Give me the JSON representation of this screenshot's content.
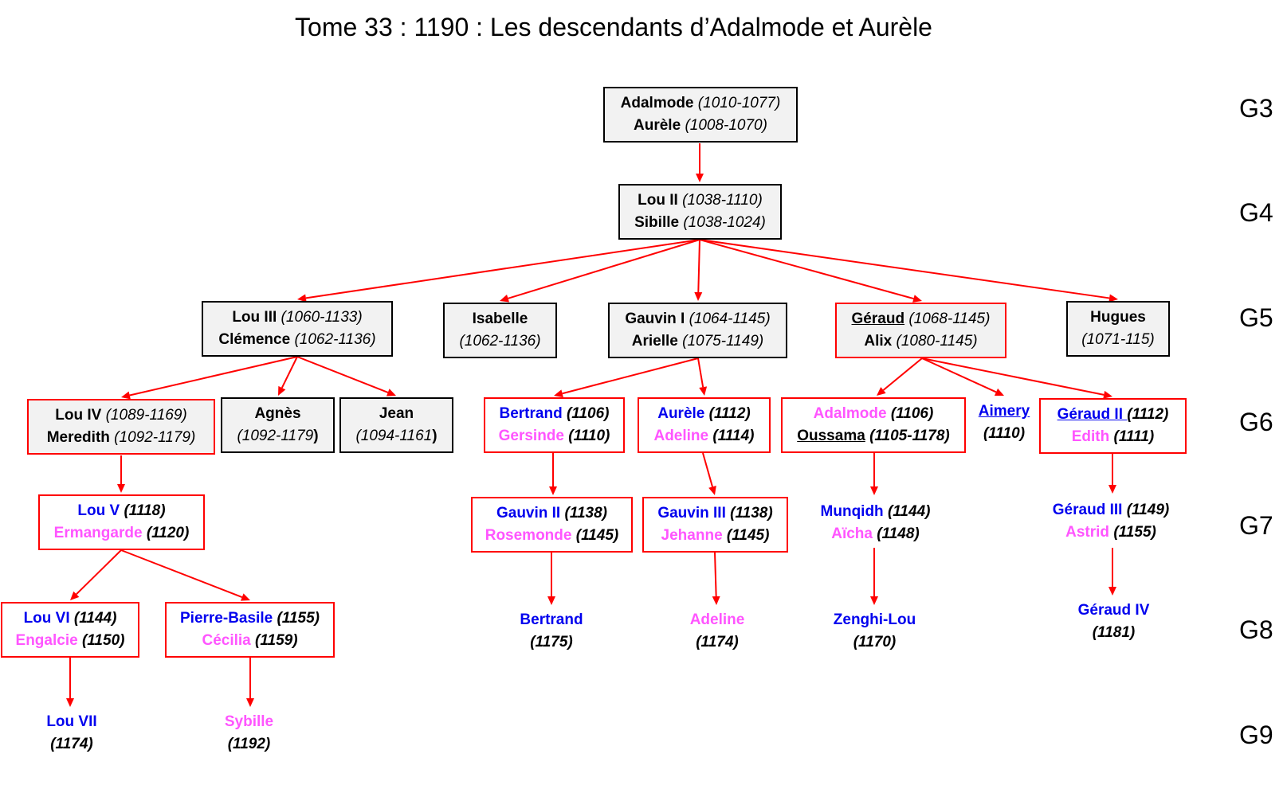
{
  "title": "Tome 33 : 1190 : Les descendants d’Adalmode et Aurèle",
  "generations": [
    "G3",
    "G4",
    "G5",
    "G6",
    "G7",
    "G8",
    "G9"
  ],
  "colors": {
    "black": "#000000",
    "blue": "#0000ee",
    "pink": "#ff55ff",
    "arrow": "#ff0000",
    "gray_fill": "#f2f2f2"
  },
  "people": {
    "n1": [
      {
        "name": "Adalmode",
        "dates": "(1010-1077)"
      },
      {
        "name": "Aurèle",
        "dates": "(1008-1070)"
      }
    ],
    "n2": [
      {
        "name": "Lou II",
        "dates": "(1038-1110)"
      },
      {
        "name": "Sibille",
        "dates": "(1038-1024)"
      }
    ],
    "n3": [
      {
        "name": "Lou III",
        "dates": "(1060-1133)"
      },
      {
        "name": "Clémence",
        "dates": "(1062-1136)"
      }
    ],
    "n4": [
      {
        "name": "Isabelle"
      },
      {
        "dates": "(1062-1136)"
      }
    ],
    "n5": [
      {
        "name": "Gauvin I",
        "dates": "(1064-1145)"
      },
      {
        "name": "Arielle",
        "dates": "(1075-1149)"
      }
    ],
    "n6": [
      {
        "name": "Géraud",
        "dates": "(1068-1145)"
      },
      {
        "name": "Alix",
        "dates": "(1080-1145)"
      }
    ],
    "n7": [
      {
        "name": "Hugues"
      },
      {
        "dates": "(1071-115)"
      }
    ],
    "n8": [
      {
        "name": "Lou IV",
        "dates": "(1089-1169)"
      },
      {
        "name": "Meredith",
        "dates": "(1092-1179)"
      }
    ],
    "n9": [
      {
        "name": "Agnès"
      },
      {
        "dates": "(1092-1179",
        "close": ")"
      }
    ],
    "n10": [
      {
        "name": "Jean"
      },
      {
        "dates": "(1094-1161",
        "close": ")"
      }
    ],
    "n11": [
      {
        "name": "Bertrand",
        "dates": "(1106)"
      },
      {
        "name": "Gersinde",
        "dates": "(1110)"
      }
    ],
    "n12": [
      {
        "name": "Aurèle",
        "dates": "(1112)"
      },
      {
        "name": "Adeline",
        "dates": "(1114)"
      }
    ],
    "n13": [
      {
        "name": "Adalmode",
        "dates": "(1106)"
      },
      {
        "name": "Oussama",
        "dates": "(1105-1178)"
      }
    ],
    "n14": [
      {
        "name": "Aimery"
      },
      {
        "dates": "(1110)"
      }
    ],
    "n15": [
      {
        "name": "Géraud II ",
        "dates": "(1112)"
      },
      {
        "name": "Edith",
        "dates": "(1111)"
      }
    ],
    "n16": [
      {
        "name": "Lou V",
        "dates": "(1118)"
      },
      {
        "name": "Ermangarde",
        "dates": "(1120)"
      }
    ],
    "n17": [
      {
        "name": "Gauvin II",
        "dates": "(1138)"
      },
      {
        "name": "Rosemonde",
        "dates": "(1145)"
      }
    ],
    "n18": [
      {
        "name": "Gauvin III",
        "dates": "(1138)"
      },
      {
        "name": "Jehanne",
        "dates": "(1145)"
      }
    ],
    "n19": [
      {
        "name": "Munqidh",
        "dates": "(1144)"
      },
      {
        "name": "Aïcha",
        "dates": "(1148)"
      }
    ],
    "n20": [
      {
        "name": "Géraud III",
        "dates": "(1149)"
      },
      {
        "name": "Astrid",
        "dates": "(1155)"
      }
    ],
    "n21": [
      {
        "name": "Lou VI ",
        "dates": " (1144)"
      },
      {
        "name": "Engalcie",
        "dates": "(1150)"
      }
    ],
    "n22": [
      {
        "name": "Pierre-Basile",
        "dates": "(1155)"
      },
      {
        "name": "Cécilia",
        "dates": "(1159)"
      }
    ],
    "n23": [
      {
        "name": "Bertrand"
      },
      {
        "dates": "(1175)"
      }
    ],
    "n24": [
      {
        "name": "Adeline"
      },
      {
        "dates": "(1174)"
      }
    ],
    "n25": [
      {
        "name": "Zenghi-Lou"
      },
      {
        "dates": "(1170)"
      }
    ],
    "n26": [
      {
        "name": "Géraud IV"
      },
      {
        "dates": "(1181)"
      }
    ],
    "n27": [
      {
        "name": "Lou VII"
      },
      {
        "dates": "(1174)"
      }
    ],
    "n28": [
      {
        "name": "Sybille"
      },
      {
        "dates": "(1192)"
      }
    ]
  },
  "links": [
    [
      "n1",
      "n2"
    ],
    [
      "n2",
      "n3"
    ],
    [
      "n2",
      "n4"
    ],
    [
      "n2",
      "n5"
    ],
    [
      "n2",
      "n6"
    ],
    [
      "n2",
      "n7"
    ],
    [
      "n3",
      "n8"
    ],
    [
      "n3",
      "n9"
    ],
    [
      "n3",
      "n10"
    ],
    [
      "n5",
      "n11"
    ],
    [
      "n5",
      "n12"
    ],
    [
      "n6",
      "n13"
    ],
    [
      "n6",
      "n14"
    ],
    [
      "n6",
      "n15"
    ],
    [
      "n8",
      "n16"
    ],
    [
      "n11",
      "n17"
    ],
    [
      "n12",
      "n18"
    ],
    [
      "n13",
      "n19"
    ],
    [
      "n15",
      "n20"
    ],
    [
      "n16",
      "n21"
    ],
    [
      "n16",
      "n22"
    ],
    [
      "n17",
      "n23"
    ],
    [
      "n18",
      "n24"
    ],
    [
      "n19",
      "n25"
    ],
    [
      "n20",
      "n26"
    ],
    [
      "n21",
      "n27"
    ],
    [
      "n22",
      "n28"
    ]
  ]
}
